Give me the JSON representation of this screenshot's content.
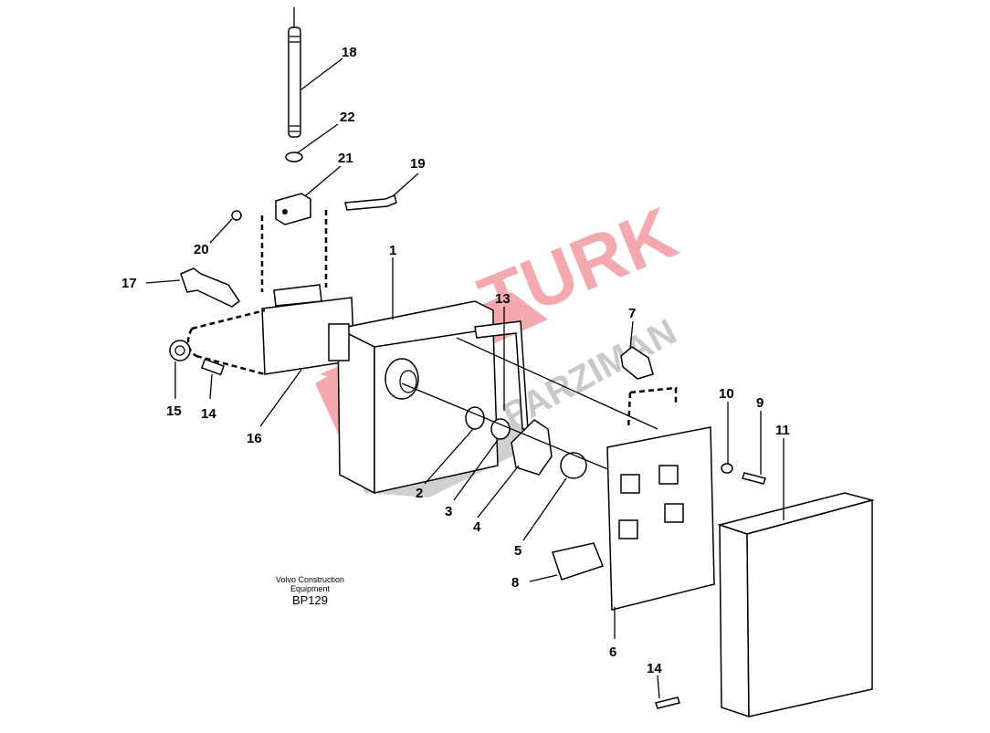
{
  "diagram": {
    "caption": {
      "line1": "Volvo Construction",
      "line2": "Equipment",
      "code": "BP129"
    },
    "watermark": {
      "text1": "TURK",
      "text2": "PARZIMAN",
      "color": "#e8424f"
    },
    "labels": {
      "p1": "1",
      "p2": "2",
      "p3": "3",
      "p4": "4",
      "p5": "5",
      "p6": "6",
      "p7": "7",
      "p8": "8",
      "p9": "9",
      "p10": "10",
      "p11": "11",
      "p13": "13",
      "p14a": "14",
      "p14b": "14",
      "p15": "15",
      "p16": "16",
      "p17": "17",
      "p18": "18",
      "p19": "19",
      "p20": "20",
      "p21": "21",
      "p22": "22"
    }
  }
}
